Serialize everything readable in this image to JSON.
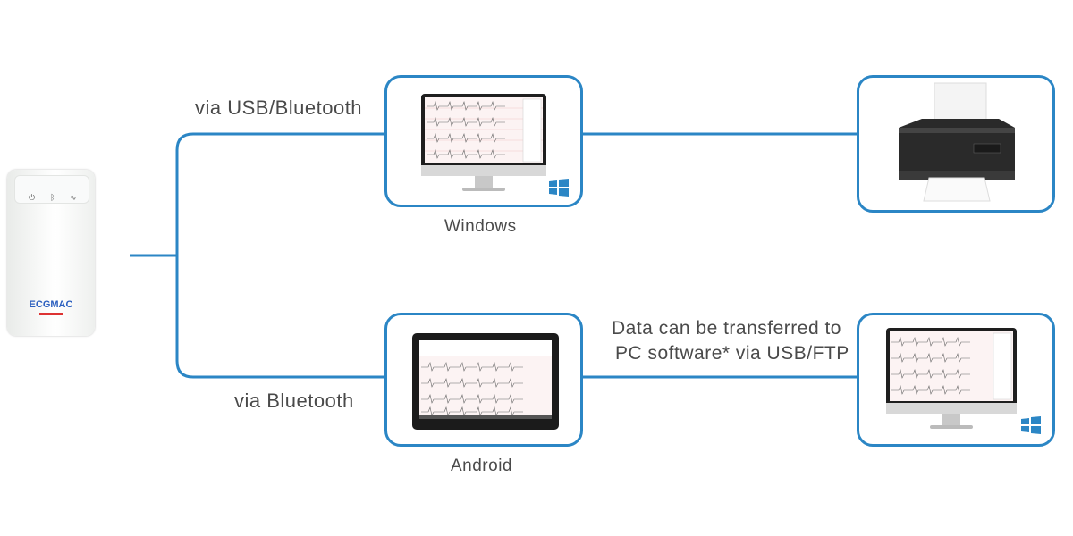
{
  "labels": {
    "top_connection": "via USB/Bluetooth",
    "bottom_connection": "via Bluetooth",
    "windows": "Windows",
    "android": "Android",
    "transfer_line1": "Data can be transferred to",
    "transfer_line2": "PC software* via USB/FTP"
  },
  "device": {
    "brand_logo": "ECGMAC"
  },
  "icons": {
    "windows_logo": "windows-flag-icon",
    "printer": "printer-icon",
    "monitor": "desktop-monitor-icon",
    "tablet": "tablet-icon"
  },
  "colors": {
    "accent": "#2b86c5",
    "text": "#4a4a4a",
    "ecg_grid": "#f7dede",
    "ecg_trace": "#555555"
  }
}
